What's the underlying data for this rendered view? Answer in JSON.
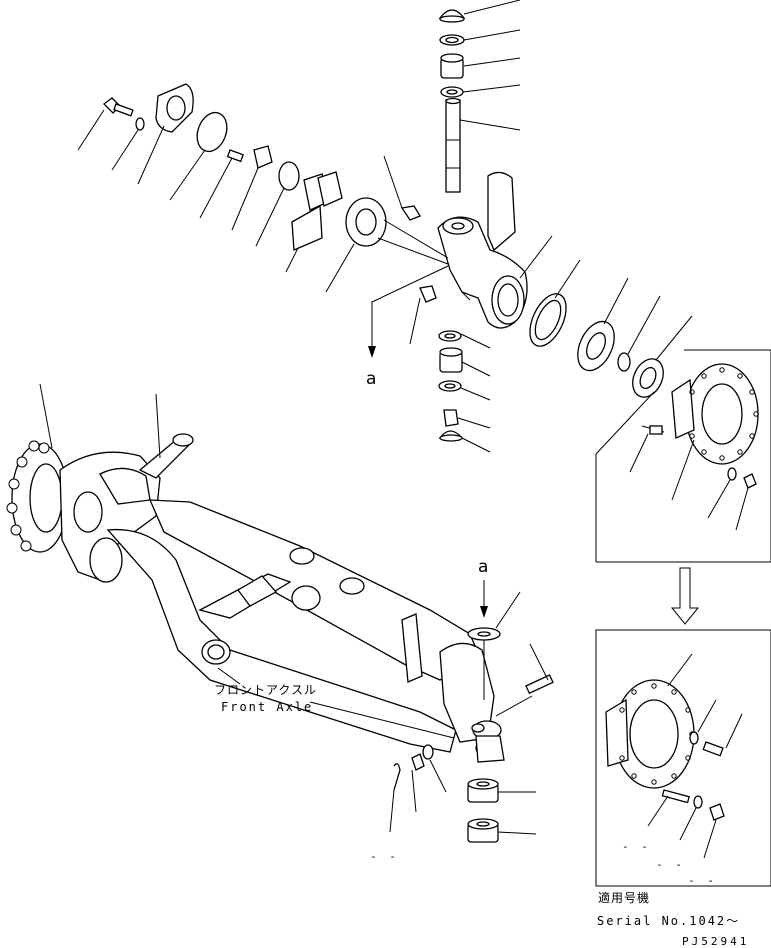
{
  "diagram": {
    "view_marker": "a",
    "section_label_jp": "フロントアクスル",
    "section_label_en": "Front Axle",
    "serial_heading_jp": "適用号機",
    "serial_text": "Serial No.1042～",
    "drawing_code": "PJ52941",
    "detail_dashes_1": "-  -",
    "detail_dashes_2": "-  -",
    "detail_dashes_3": "-  -",
    "detail_dashes_4": "-  -"
  }
}
